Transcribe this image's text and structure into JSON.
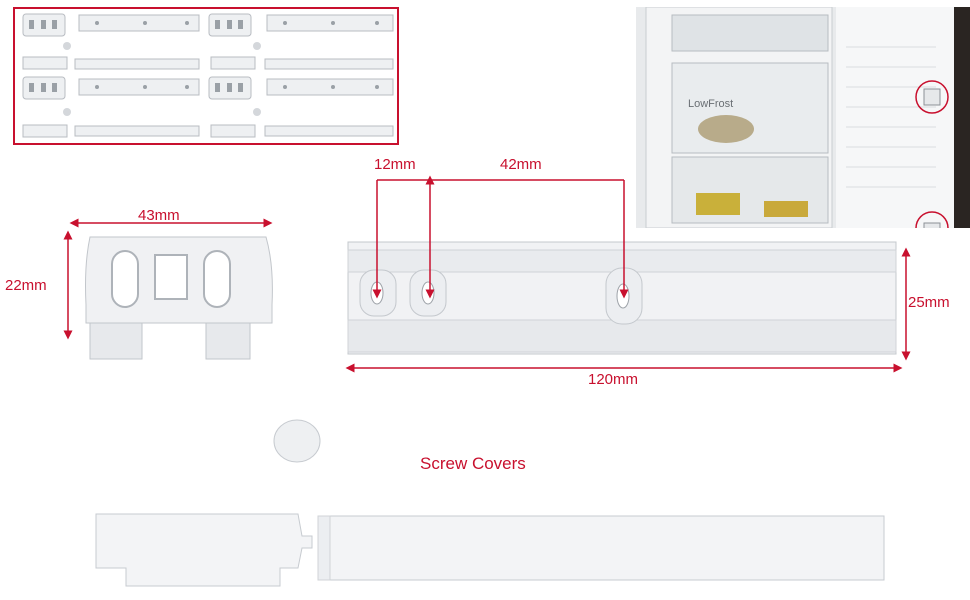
{
  "dimensions": {
    "bracket_width": "43mm",
    "bracket_height": "22mm",
    "hole_offset_1": "12mm",
    "hole_offset_2": "42mm",
    "rail_height": "25mm",
    "rail_length": "120mm"
  },
  "caption": "Screw Covers",
  "fridge_drawer_label": "LowFrost",
  "accent_color": "#c8102e"
}
